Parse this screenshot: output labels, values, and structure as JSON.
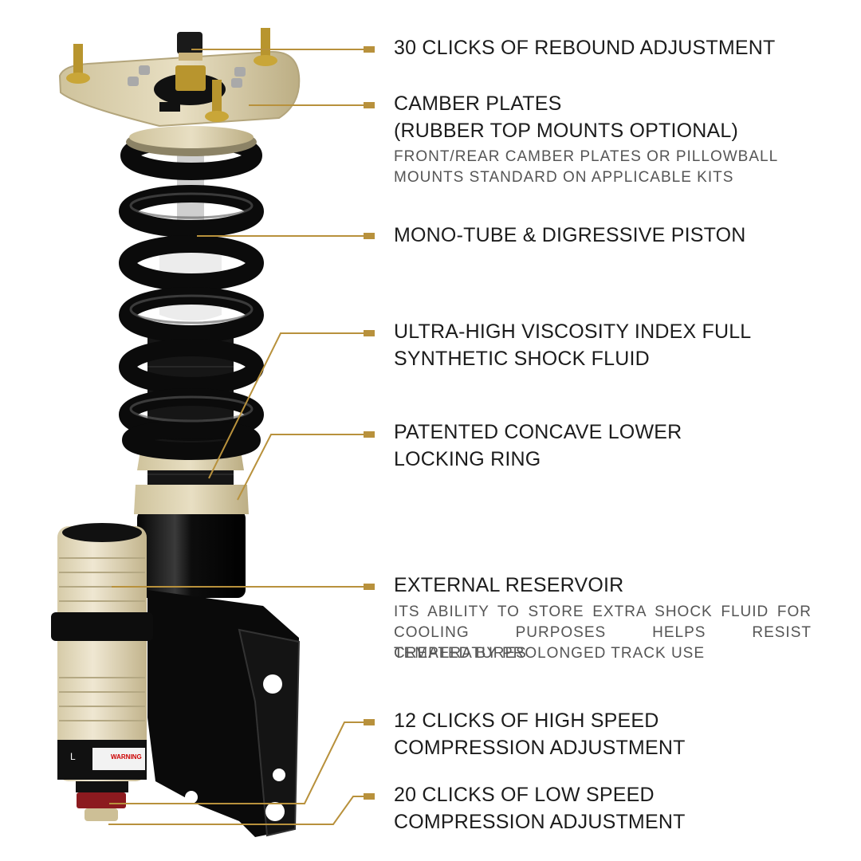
{
  "accent_color": "#b8913c",
  "product": {
    "illustration": "coilover shock absorber with external reservoir",
    "reservoir_marking": "L",
    "warning_label": "WARNING"
  },
  "callouts": [
    {
      "title": [
        "30 CLICKS OF REBOUND ADJUSTMENT"
      ],
      "detail": []
    },
    {
      "title": [
        "CAMBER PLATES",
        "(RUBBER TOP MOUNTS OPTIONAL)"
      ],
      "detail": [
        "FRONT/REAR CAMBER PLATES OR PILLOWBALL",
        "MOUNTS STANDARD ON APPLICABLE KITS"
      ]
    },
    {
      "title": [
        "MONO-TUBE & DIGRESSIVE PISTON"
      ],
      "detail": []
    },
    {
      "title": [
        "ULTRA-HIGH VISCOSITY INDEX FULL",
        "SYNTHETIC SHOCK FLUID"
      ],
      "detail": []
    },
    {
      "title": [
        "PATENTED CONCAVE LOWER",
        "LOCKING RING"
      ],
      "detail": []
    },
    {
      "title": [
        "EXTERNAL RESERVOIR"
      ],
      "detail": [
        "ITS ABILITY TO STORE EXTRA SHOCK FLUID FOR",
        "COOLING PURPOSES HELPS RESIST TEMPERATURES",
        "CREATED BY PROLONGED TRACK USE"
      ]
    },
    {
      "title": [
        "12 CLICKS OF HIGH SPEED",
        "COMPRESSION ADJUSTMENT"
      ],
      "detail": []
    },
    {
      "title": [
        "20 CLICKS OF LOW SPEED",
        "COMPRESSION ADJUSTMENT"
      ],
      "detail": []
    }
  ]
}
